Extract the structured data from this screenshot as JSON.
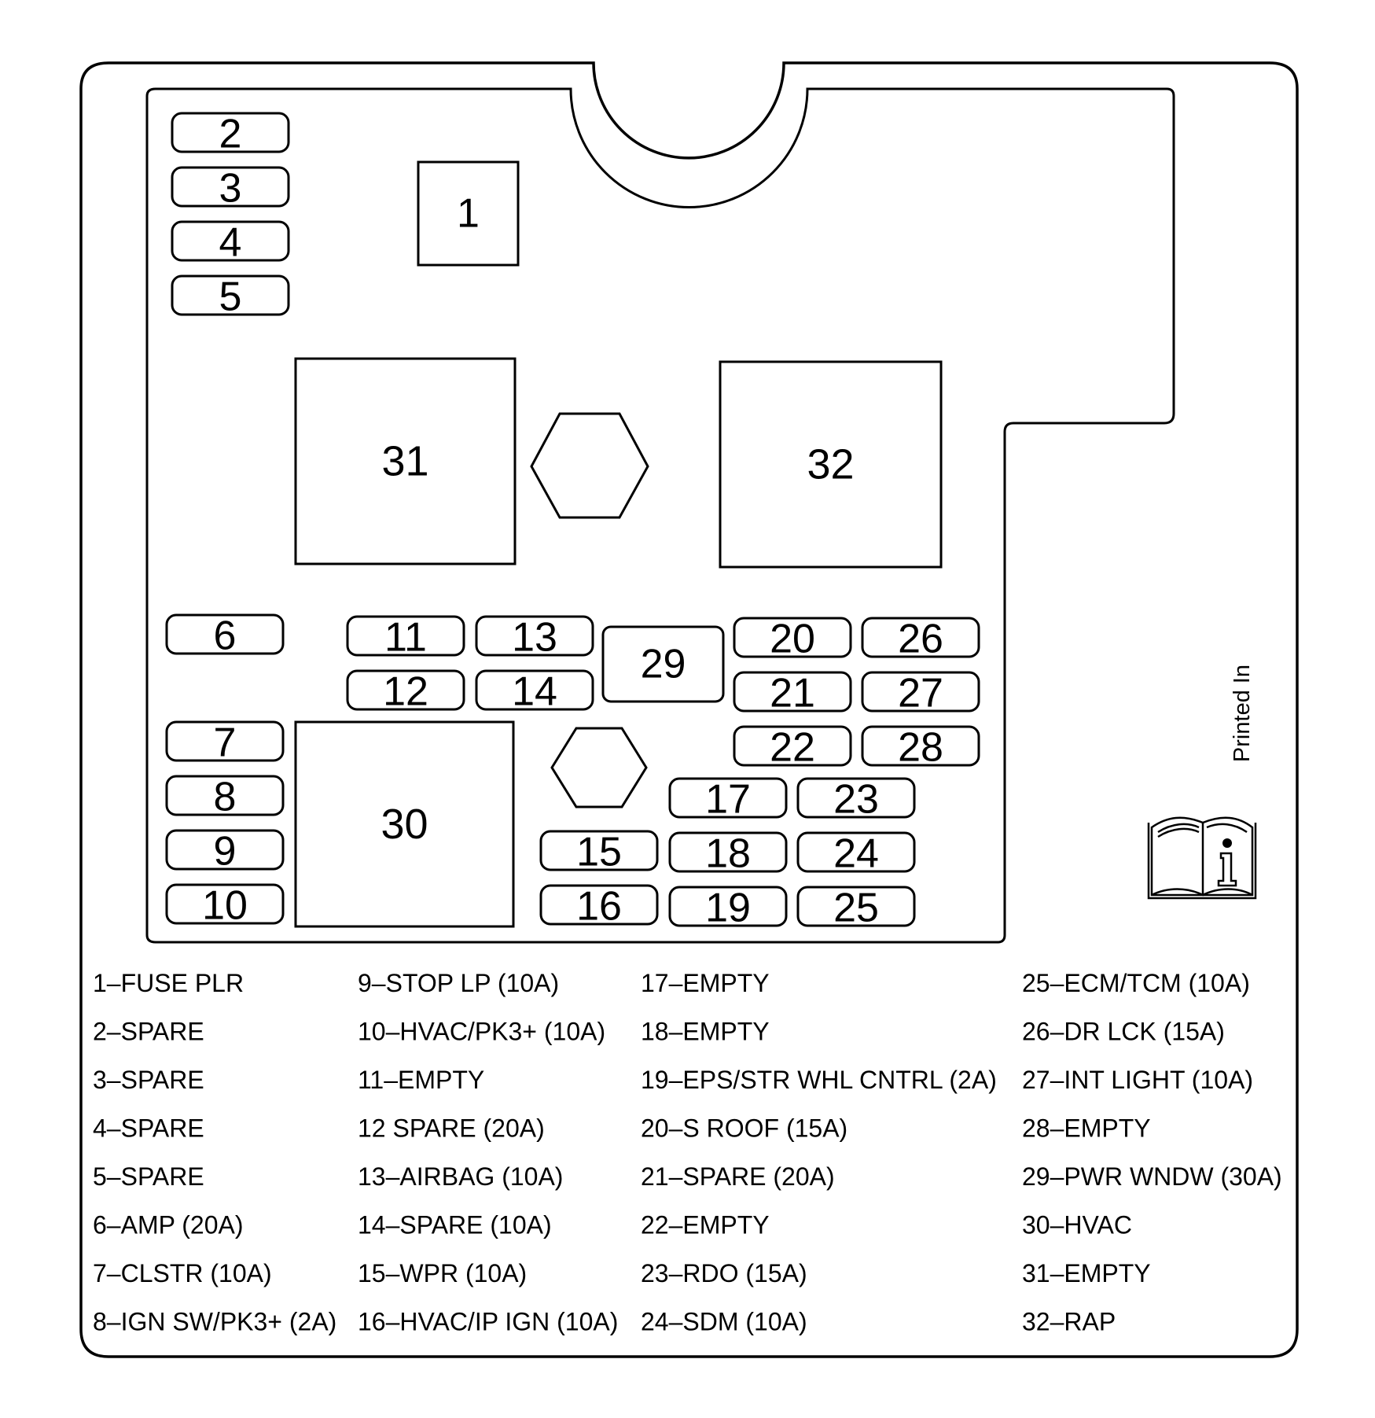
{
  "fuses": [
    {
      "id": "2",
      "label": "2"
    },
    {
      "id": "3",
      "label": "3"
    },
    {
      "id": "4",
      "label": "4"
    },
    {
      "id": "5",
      "label": "5"
    },
    {
      "id": "6",
      "label": "6"
    },
    {
      "id": "7",
      "label": "7"
    },
    {
      "id": "8",
      "label": "8"
    },
    {
      "id": "9",
      "label": "9"
    },
    {
      "id": "10",
      "label": "10"
    },
    {
      "id": "11",
      "label": "11"
    },
    {
      "id": "12",
      "label": "12"
    },
    {
      "id": "13",
      "label": "13"
    },
    {
      "id": "14",
      "label": "14"
    },
    {
      "id": "15",
      "label": "15"
    },
    {
      "id": "16",
      "label": "16"
    },
    {
      "id": "17",
      "label": "17"
    },
    {
      "id": "18",
      "label": "18"
    },
    {
      "id": "19",
      "label": "19"
    },
    {
      "id": "20",
      "label": "20"
    },
    {
      "id": "21",
      "label": "21"
    },
    {
      "id": "22",
      "label": "22"
    },
    {
      "id": "23",
      "label": "23"
    },
    {
      "id": "24",
      "label": "24"
    },
    {
      "id": "25",
      "label": "25"
    },
    {
      "id": "26",
      "label": "26"
    },
    {
      "id": "27",
      "label": "27"
    },
    {
      "id": "28",
      "label": "28"
    }
  ],
  "blocks": [
    {
      "id": "1",
      "label": "1"
    },
    {
      "id": "29",
      "label": "29"
    },
    {
      "id": "30",
      "label": "30"
    },
    {
      "id": "31",
      "label": "31"
    },
    {
      "id": "32",
      "label": "32"
    }
  ],
  "printed_in": "Printed In",
  "icon": "manual-info-icon",
  "legend": {
    "col1": [
      "1–FUSE PLR",
      "2–SPARE",
      "3–SPARE",
      "4–SPARE",
      "5–SPARE",
      "6–AMP (20A)",
      "7–CLSTR (10A)",
      "8–IGN SW/PK3+ (2A)"
    ],
    "col2": [
      "9–STOP LP (10A)",
      "10–HVAC/PK3+ (10A)",
      "11–EMPTY",
      "12 SPARE (20A)",
      "13–AIRBAG (10A)",
      "14–SPARE (10A)",
      "15–WPR (10A)",
      "16–HVAC/IP IGN (10A)"
    ],
    "col3": [
      "17–EMPTY",
      "18–EMPTY",
      "19–EPS/STR WHL CNTRL (2A)",
      "20–S ROOF (15A)",
      "21–SPARE (20A)",
      "22–EMPTY",
      "23–RDO (15A)",
      "24–SDM (10A)"
    ],
    "col4": [
      "25–ECM/TCM (10A)",
      "26–DR LCK (15A)",
      "27–INT LIGHT (10A)",
      "28–EMPTY",
      "29–PWR WNDW (30A)",
      "30–HVAC",
      "31–EMPTY",
      "32–RAP"
    ]
  }
}
